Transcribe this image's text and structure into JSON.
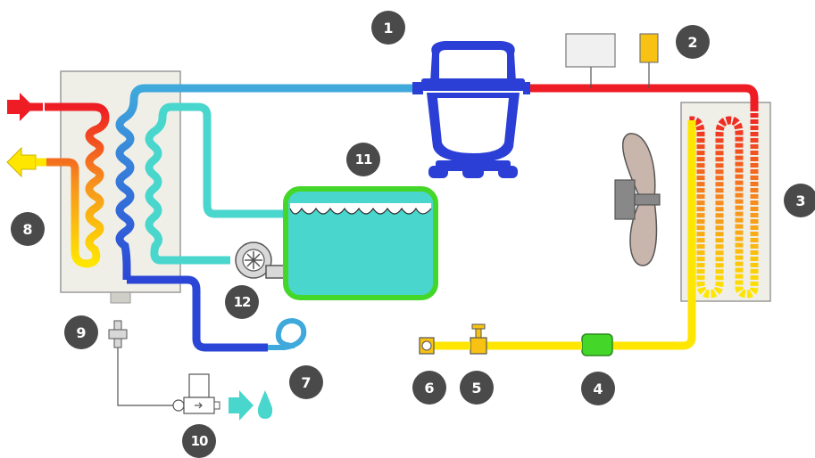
{
  "labels": {
    "n1": "1",
    "n2": "2",
    "n3": "3",
    "n4": "4",
    "n5": "5",
    "n6": "6",
    "n7": "7",
    "n8": "8",
    "n9": "9",
    "n10": "10",
    "n11": "11",
    "n12": "12"
  },
  "colors": {
    "hot": "#ee1c24",
    "orange": "#f7941d",
    "yellow": "#ffe600",
    "blue": "#2b46d6",
    "lightblue": "#3fa9dc",
    "teal": "#49d6cc",
    "green": "#45d62a",
    "badge": "#4a4a4a",
    "compressor": "#2b3fd6"
  }
}
